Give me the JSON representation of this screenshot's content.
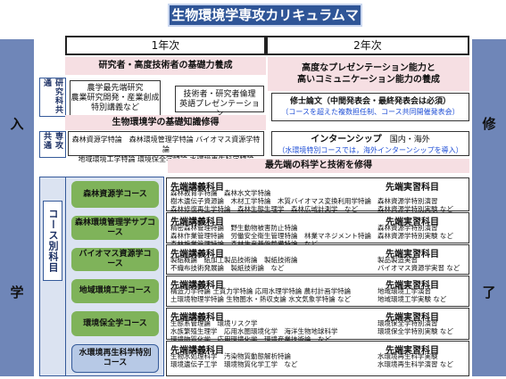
{
  "title": "生物環境学専攻カリキュラムマップ",
  "sidebar_left": [
    "入",
    "学"
  ],
  "sidebar_right": [
    "修",
    "了"
  ],
  "years": {
    "y1": "1年次",
    "y2": "2年次"
  },
  "banners": {
    "researcher": "研究者・高度技術者の基礎力養成",
    "presentation_line1": "高度なプレゼンテーション能力と",
    "presentation_line2": "高いコミュニケーション能力の養成",
    "basic_knowledge": "生物環境学の基礎知識修得",
    "advanced": "最先端の科学と技術を修得"
  },
  "labels": {
    "kenkyu_common": "研究科共通",
    "senko_common": "専攻共通",
    "course_specific": "コース別科目"
  },
  "kenkyu_boxes": {
    "left": [
      "農学最先端研究",
      "農業研究開発・産業創成",
      "特別講義など"
    ],
    "right": [
      "技術者・研究者倫理",
      "英語プレゼンテーション"
    ],
    "thesis_title": "修士論文（中間発表会・最終発表会は必須）",
    "thesis_note": "（コースを超えた複数担任制、コース共同開催発表会）"
  },
  "senko_boxes": {
    "line1": "森林資源学特論　森林環境管理学特論 バイオマス資源学特論",
    "line2": "地域環境工学特論 環境保全学特論 水環境再生科学特論",
    "intern_title": "インターンシップ",
    "intern_place": "国内・海外",
    "intern_note": "（水環境特別コースでは，海外インターンシップを導入）"
  },
  "courses": [
    {
      "name": "森林資源学コース",
      "lecture_head": "先端講義科目",
      "lecture": [
        "森林教育学特論　森林水文学特論",
        "樹木遺伝子資源論　木材工学特論　木質バイオマス変換利用学特論",
        "森林修復再生学特論　森林生態生理学　森林広域計測学　など"
      ],
      "practice_head": "先端実習科目",
      "practice": [
        "",
        "森林資源学特別演習",
        "森林資源学特別実験 など"
      ]
    },
    {
      "name": "森林環境管理学サブコース",
      "lecture_head": "先端講義科目",
      "lecture": [
        "精密森林管理特論　野生動物被害防止特論",
        "森林作業管理特論　労働安全衛生管理特論　林業マネジメント特論",
        "森林施業管理特論　森林生産基盤整備特論　など"
      ],
      "practice_head": "先端実習科目",
      "practice": [
        "森林資源学特別演習",
        "森林資源学特別実験 など",
        ""
      ]
    },
    {
      "name": "バイオマス資源学コース",
      "lecture_head": "先端講義科目",
      "lecture": [
        "製紙概論　紙加工製品技術論　製紙技術論",
        "不織布技術発展論　製紙技術論　など"
      ],
      "practice_head": "先端実習科目",
      "practice": [
        "製品製造実習",
        "バイオマス資源学実習 など"
      ]
    },
    {
      "name": "地域環境工学コース",
      "lecture_head": "先端講義科目",
      "lecture": [
        "構造力学特論 土質力学特論 応用水理学特論 農村計画学特論",
        "土環境物理学特論 生物圏水・熱収支論 水文気象学特論 など"
      ],
      "practice_head": "先端実習科目",
      "practice": [
        "地域環境工学演習",
        "地域環境工学実験 など"
      ]
    },
    {
      "name": "環境保全学コース",
      "lecture_head": "先端講義科目",
      "lecture": [
        "生態系管理論　環境リスク学",
        "水族繁殖生理学　応用水圏環境化学　海洋生物地球科学",
        "環境物質化学　応用環境化学　環境産業技術論　など"
      ],
      "practice_head": "先端実習科目",
      "practice": [
        "環境保全学特別演習",
        "環境保全学特別実験 など"
      ]
    },
    {
      "name": "水環境再生科学特別コース",
      "lecture_head": "先端講義科目",
      "lecture": [
        "生物水処理科学　汚染物質動態解析特論",
        "環境遺伝子工学　環境物質化学工学　など"
      ],
      "practice_head": "先端実習科目",
      "practice": [
        "水環境再生科学実験",
        "水環境再生科学演習 など"
      ]
    }
  ]
}
